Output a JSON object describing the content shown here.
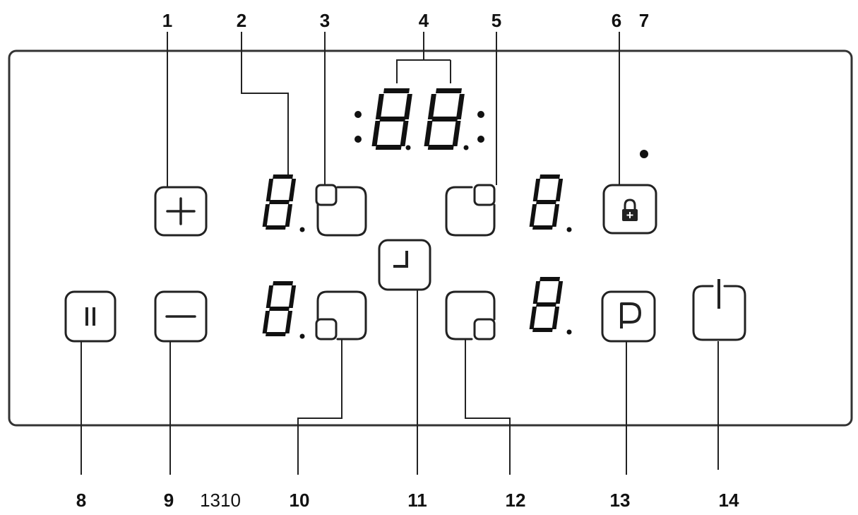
{
  "callouts": [
    {
      "id": "c1",
      "label": "1"
    },
    {
      "id": "c2",
      "label": "2"
    },
    {
      "id": "c3",
      "label": "3"
    },
    {
      "id": "c4",
      "label": "4"
    },
    {
      "id": "c5",
      "label": "5"
    },
    {
      "id": "c6",
      "label": "6"
    },
    {
      "id": "c7",
      "label": "7"
    },
    {
      "id": "c8",
      "label": "8"
    },
    {
      "id": "c9",
      "label": "9"
    },
    {
      "id": "c10",
      "label": "10"
    },
    {
      "id": "c11",
      "label": "11"
    },
    {
      "id": "c12",
      "label": "12"
    },
    {
      "id": "c13",
      "label": "13"
    },
    {
      "id": "c14",
      "label": "14"
    }
  ],
  "figure_code": "1310",
  "timer_display": "88",
  "zone_displays": [
    "8",
    "8",
    "8",
    "8"
  ],
  "keys": {
    "plus": "plus-icon",
    "minus": "minus-icon",
    "pause": "pause-icon",
    "lock": "lock-icon",
    "timer": "timer-icon",
    "program": "P",
    "power": "power-icon"
  }
}
